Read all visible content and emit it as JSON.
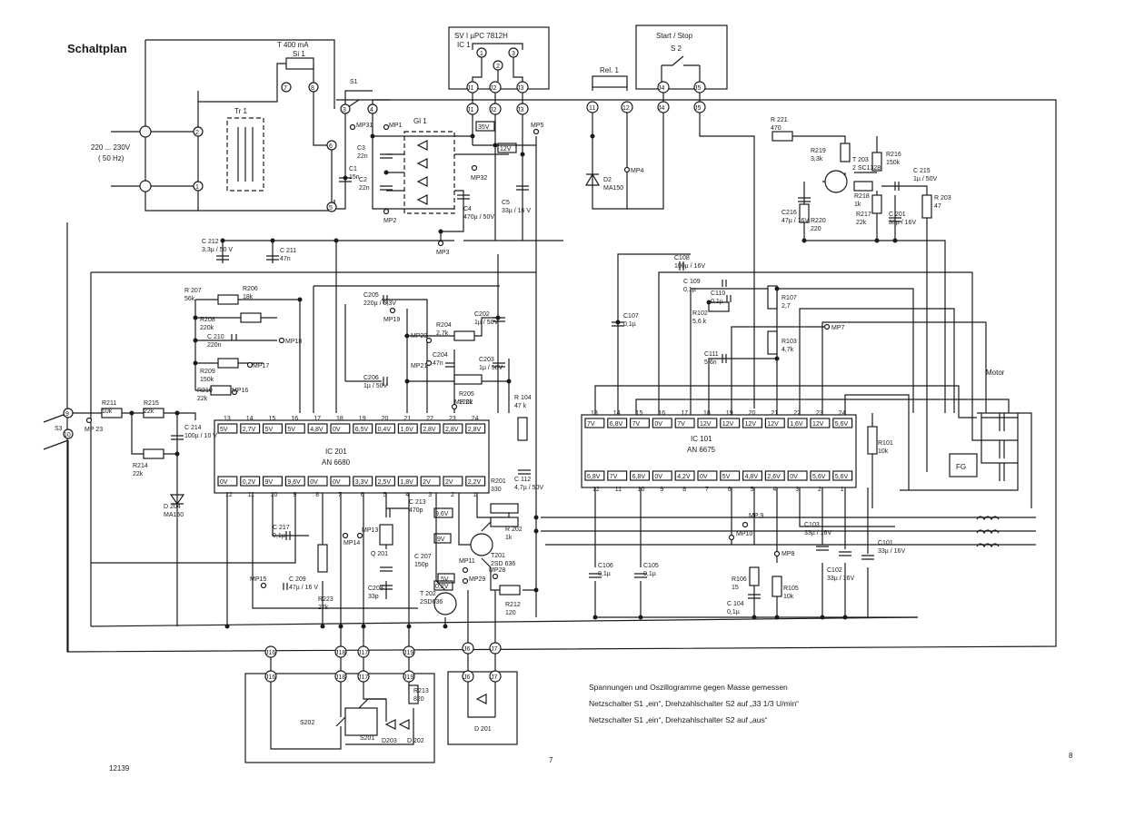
{
  "title": "Schaltplan",
  "page_left": "7",
  "page_right": "8",
  "doc_number": "12139",
  "notes": [
    "Spannungen und Oszillogramme gegen Masse gemessen",
    "Netzschalter S1 „ein“, Drehzahlschalter S2 auf „33 1/3 U/min“",
    "Netzschalter S1 „ein“, Drehzahlschalter S2 auf „aus“"
  ],
  "mains": {
    "voltage": "220 ... 230V",
    "freq": "( 50 Hz)"
  },
  "fuse": {
    "rating": "T 400 mA",
    "name": "Si 1"
  },
  "transformer": "Tr 1",
  "rectifier": "Gl 1",
  "regulator": {
    "line1": "SV I µPC 7812H",
    "line2": "IC 1"
  },
  "startstop": {
    "label": "Start / Stop",
    "switch": "S 2"
  },
  "relay": "Rel. 1",
  "motor_label": "Motor",
  "fg_label": "FG",
  "ic201": {
    "name": "IC 201",
    "type": "AN 6680",
    "top_pins": [
      "13",
      "14",
      "15",
      "16",
      "17",
      "18",
      "19",
      "20",
      "21",
      "22",
      "23",
      "24"
    ],
    "top_volts": [
      "5V",
      "2,7V",
      "5V",
      "5V",
      "4,8V",
      "0V",
      "6,5V",
      "0,4V",
      "1,6V",
      "2,8V",
      "2,8V",
      "2,8V"
    ],
    "bot_pins": [
      "12",
      "11",
      "10",
      "9",
      "8",
      "7",
      "6",
      "5",
      "4",
      "3",
      "2",
      "1"
    ],
    "bot_volts": [
      "0V",
      "0,2V",
      "9V",
      "9,6V",
      "0V",
      "0V",
      "3,3V",
      "2,5V",
      "1,8V",
      "2V",
      "2V",
      "2,2V"
    ]
  },
  "ic101": {
    "name": "IC 101",
    "type": "AN 6675",
    "top_pins": [
      "13",
      "14",
      "15",
      "16",
      "17",
      "18",
      "19",
      "20",
      "21",
      "22",
      "23",
      "24"
    ],
    "top_volts": [
      "7V",
      "6,8V",
      "7V",
      "0V",
      "7V",
      "12V",
      "12V",
      "12V",
      "12V",
      "1,6V",
      "12V",
      "5,6V"
    ],
    "bot_pins": [
      "12",
      "11",
      "10",
      "9",
      "8",
      "7",
      "6",
      "5",
      "4",
      "3",
      "2",
      "1"
    ],
    "bot_volts": [
      "6,8V",
      "7V",
      "6,8V",
      "0V",
      "4,2V",
      "0V",
      "5V",
      "4,8V",
      "2,6V",
      "0V",
      "5,6V",
      "5,6V"
    ]
  },
  "components": [
    {
      "id": "c1",
      "name": "C1",
      "value": "15n"
    },
    {
      "id": "c2",
      "name": "C2",
      "value": "22n"
    },
    {
      "id": "c3",
      "name": "C3",
      "value": "22n"
    },
    {
      "id": "c4",
      "name": "C4",
      "value": "470µ / 50V"
    },
    {
      "id": "c5",
      "name": "C5",
      "value": "33µ / 16 V"
    },
    {
      "id": "d2",
      "name": "D2",
      "value": "MA150"
    },
    {
      "id": "r221",
      "name": "R 221",
      "value": "470"
    },
    {
      "id": "r219",
      "name": "R219",
      "value": "3,3k"
    },
    {
      "id": "t203",
      "name": "T 203",
      "value": "2 SC1328"
    },
    {
      "id": "r216",
      "name": "R216",
      "value": "150k"
    },
    {
      "id": "c215",
      "name": "C 215",
      "value": "1µ / 50V"
    },
    {
      "id": "r218",
      "name": "R218",
      "value": "1k"
    },
    {
      "id": "r203",
      "name": "R 203",
      "value": "47"
    },
    {
      "id": "c216",
      "name": "C216",
      "value": "47µ / 16V"
    },
    {
      "id": "r220",
      "name": "R220",
      "value": "220"
    },
    {
      "id": "r217",
      "name": "R217",
      "value": "22k"
    },
    {
      "id": "c201",
      "name": "C 201",
      "value": "33µ / 16V"
    },
    {
      "id": "c212",
      "name": "C 212",
      "value": "3,3µ / 50 V"
    },
    {
      "id": "c211",
      "name": "C 211",
      "value": "47n"
    },
    {
      "id": "r207",
      "name": "R 207",
      "value": "56k"
    },
    {
      "id": "r206",
      "name": "R206",
      "value": "18k"
    },
    {
      "id": "r208",
      "name": "R208",
      "value": "220k"
    },
    {
      "id": "c210",
      "name": "C 210",
      "value": "220n"
    },
    {
      "id": "r209",
      "name": "R209",
      "value": "150k"
    },
    {
      "id": "r210",
      "name": "R210",
      "value": "22k"
    },
    {
      "id": "c205",
      "name": "C205",
      "value": "220µ / 6,3V"
    },
    {
      "id": "r204",
      "name": "R204",
      "value": "2,7k"
    },
    {
      "id": "c202",
      "name": "C202",
      "value": "1µ / 50V"
    },
    {
      "id": "c204",
      "name": "C204",
      "value": "47n"
    },
    {
      "id": "c203",
      "name": "C203",
      "value": "1µ / 50V"
    },
    {
      "id": "c206",
      "name": "C206",
      "value": "1µ / 50V"
    },
    {
      "id": "r205",
      "name": "R205",
      "value": "120k"
    },
    {
      "id": "c108",
      "name": "C108",
      "value": "100µ / 16V"
    },
    {
      "id": "c109",
      "name": "C 109",
      "value": "0,1µ"
    },
    {
      "id": "c110",
      "name": "C110",
      "value": "0,1µ"
    },
    {
      "id": "r102",
      "name": "R102",
      "value": "5,6 k"
    },
    {
      "id": "r107",
      "name": "R107",
      "value": "2,7"
    },
    {
      "id": "c107",
      "name": "C107",
      "value": "0,1µ"
    },
    {
      "id": "r103",
      "name": "R103",
      "value": "4,7k"
    },
    {
      "id": "c111",
      "name": "C111",
      "value": "5,6n"
    },
    {
      "id": "r104",
      "name": "R 104",
      "value": "47 k"
    },
    {
      "id": "c112",
      "name": "C 112",
      "value": "4,7µ / 50V"
    },
    {
      "id": "r211",
      "name": "R211",
      "value": "10k"
    },
    {
      "id": "r215",
      "name": "R215",
      "value": "22k"
    },
    {
      "id": "c214",
      "name": "C 214",
      "value": "100µ / 10 V"
    },
    {
      "id": "r214",
      "name": "R214",
      "value": "22k"
    },
    {
      "id": "d204",
      "name": "D 204",
      "value": "MA150"
    },
    {
      "id": "r201",
      "name": "R201",
      "value": "330"
    },
    {
      "id": "r202",
      "name": "R 202",
      "value": "1k"
    },
    {
      "id": "t201",
      "name": "T201",
      "value": "2SD 636"
    },
    {
      "id": "c213",
      "name": "C 213",
      "value": "470p"
    },
    {
      "id": "c217",
      "name": "C 217",
      "value": "0,1µ"
    },
    {
      "id": "q201",
      "name": "Q 201",
      "value": ""
    },
    {
      "id": "c207",
      "name": "C 207",
      "value": "150p"
    },
    {
      "id": "c208",
      "name": "C208",
      "value": "33p"
    },
    {
      "id": "t202",
      "name": "T 202",
      "value": "2SD636"
    },
    {
      "id": "c209",
      "name": "C 209",
      "value": "47µ / 16 V"
    },
    {
      "id": "r223",
      "name": "R223",
      "value": "27k"
    },
    {
      "id": "r212",
      "name": "R212",
      "value": "120"
    },
    {
      "id": "r101",
      "name": "R101",
      "value": "10k"
    },
    {
      "id": "c106",
      "name": "C106",
      "value": "0,1µ"
    },
    {
      "id": "c105",
      "name": "C105",
      "value": "0,1µ"
    },
    {
      "id": "c103",
      "name": "C103",
      "value": "33µ / 16V"
    },
    {
      "id": "c102",
      "name": "C102",
      "value": "33µ / 16V"
    },
    {
      "id": "c101",
      "name": "C101",
      "value": "33µ / 16V"
    },
    {
      "id": "r106",
      "name": "R106",
      "value": "15"
    },
    {
      "id": "r105",
      "name": "R105",
      "value": "10k"
    },
    {
      "id": "c104",
      "name": "C 104",
      "value": "0,1µ"
    },
    {
      "id": "r213",
      "name": "R213",
      "value": "820"
    },
    {
      "id": "s202",
      "name": "S202",
      "value": ""
    },
    {
      "id": "s201",
      "name": "S201",
      "value": ""
    },
    {
      "id": "d203",
      "name": "D203",
      "value": ""
    },
    {
      "id": "d202",
      "name": "D 202",
      "value": ""
    },
    {
      "id": "d201",
      "name": "D 201",
      "value": ""
    },
    {
      "id": "s1",
      "name": "S1",
      "value": ""
    },
    {
      "id": "s3",
      "name": "S3",
      "value": ""
    }
  ],
  "labels": {
    "mp1": "MP1",
    "mp2": "MP2",
    "mp3": "MP3",
    "mp4": "MP4",
    "mp5": "MP5",
    "mp7": "MP7",
    "mp8": "MP8",
    "mp9": "MP 9",
    "mp10": "MP10",
    "mp11": "MP11",
    "mp13": "MP13",
    "mp14": "MP14",
    "mp15": "MP15",
    "mp16": "MP16",
    "mp17": "MP17",
    "mp18": "MP18",
    "mp19": "MP19",
    "mp20": "MP20",
    "mp21": "MP21",
    "mp22": "MP 22",
    "mp23": "MP 23",
    "mp28": "MP28",
    "mp29": "MP29",
    "mp31": "MP31",
    "mp32": "MP32",
    "v35": "35V",
    "v12": "12V",
    "v9": "9V",
    "v96": "9,6V",
    "v5": "5V",
    "v02": "0,2V",
    "j1": "J1",
    "j2": "J2",
    "j3": "J3",
    "j4": "J4",
    "j5": "J5",
    "j6": "J6",
    "j7": "J7",
    "j16": "J16",
    "j17": "J17",
    "j18": "J18",
    "j19": "J19",
    "p1": "1",
    "p2": "2",
    "p3": "3",
    "p4": "4",
    "p5": "5",
    "p6": "6",
    "p7": "7",
    "p8": "8",
    "p9": "9",
    "p10": "10",
    "p11": "11",
    "p12": "12"
  }
}
